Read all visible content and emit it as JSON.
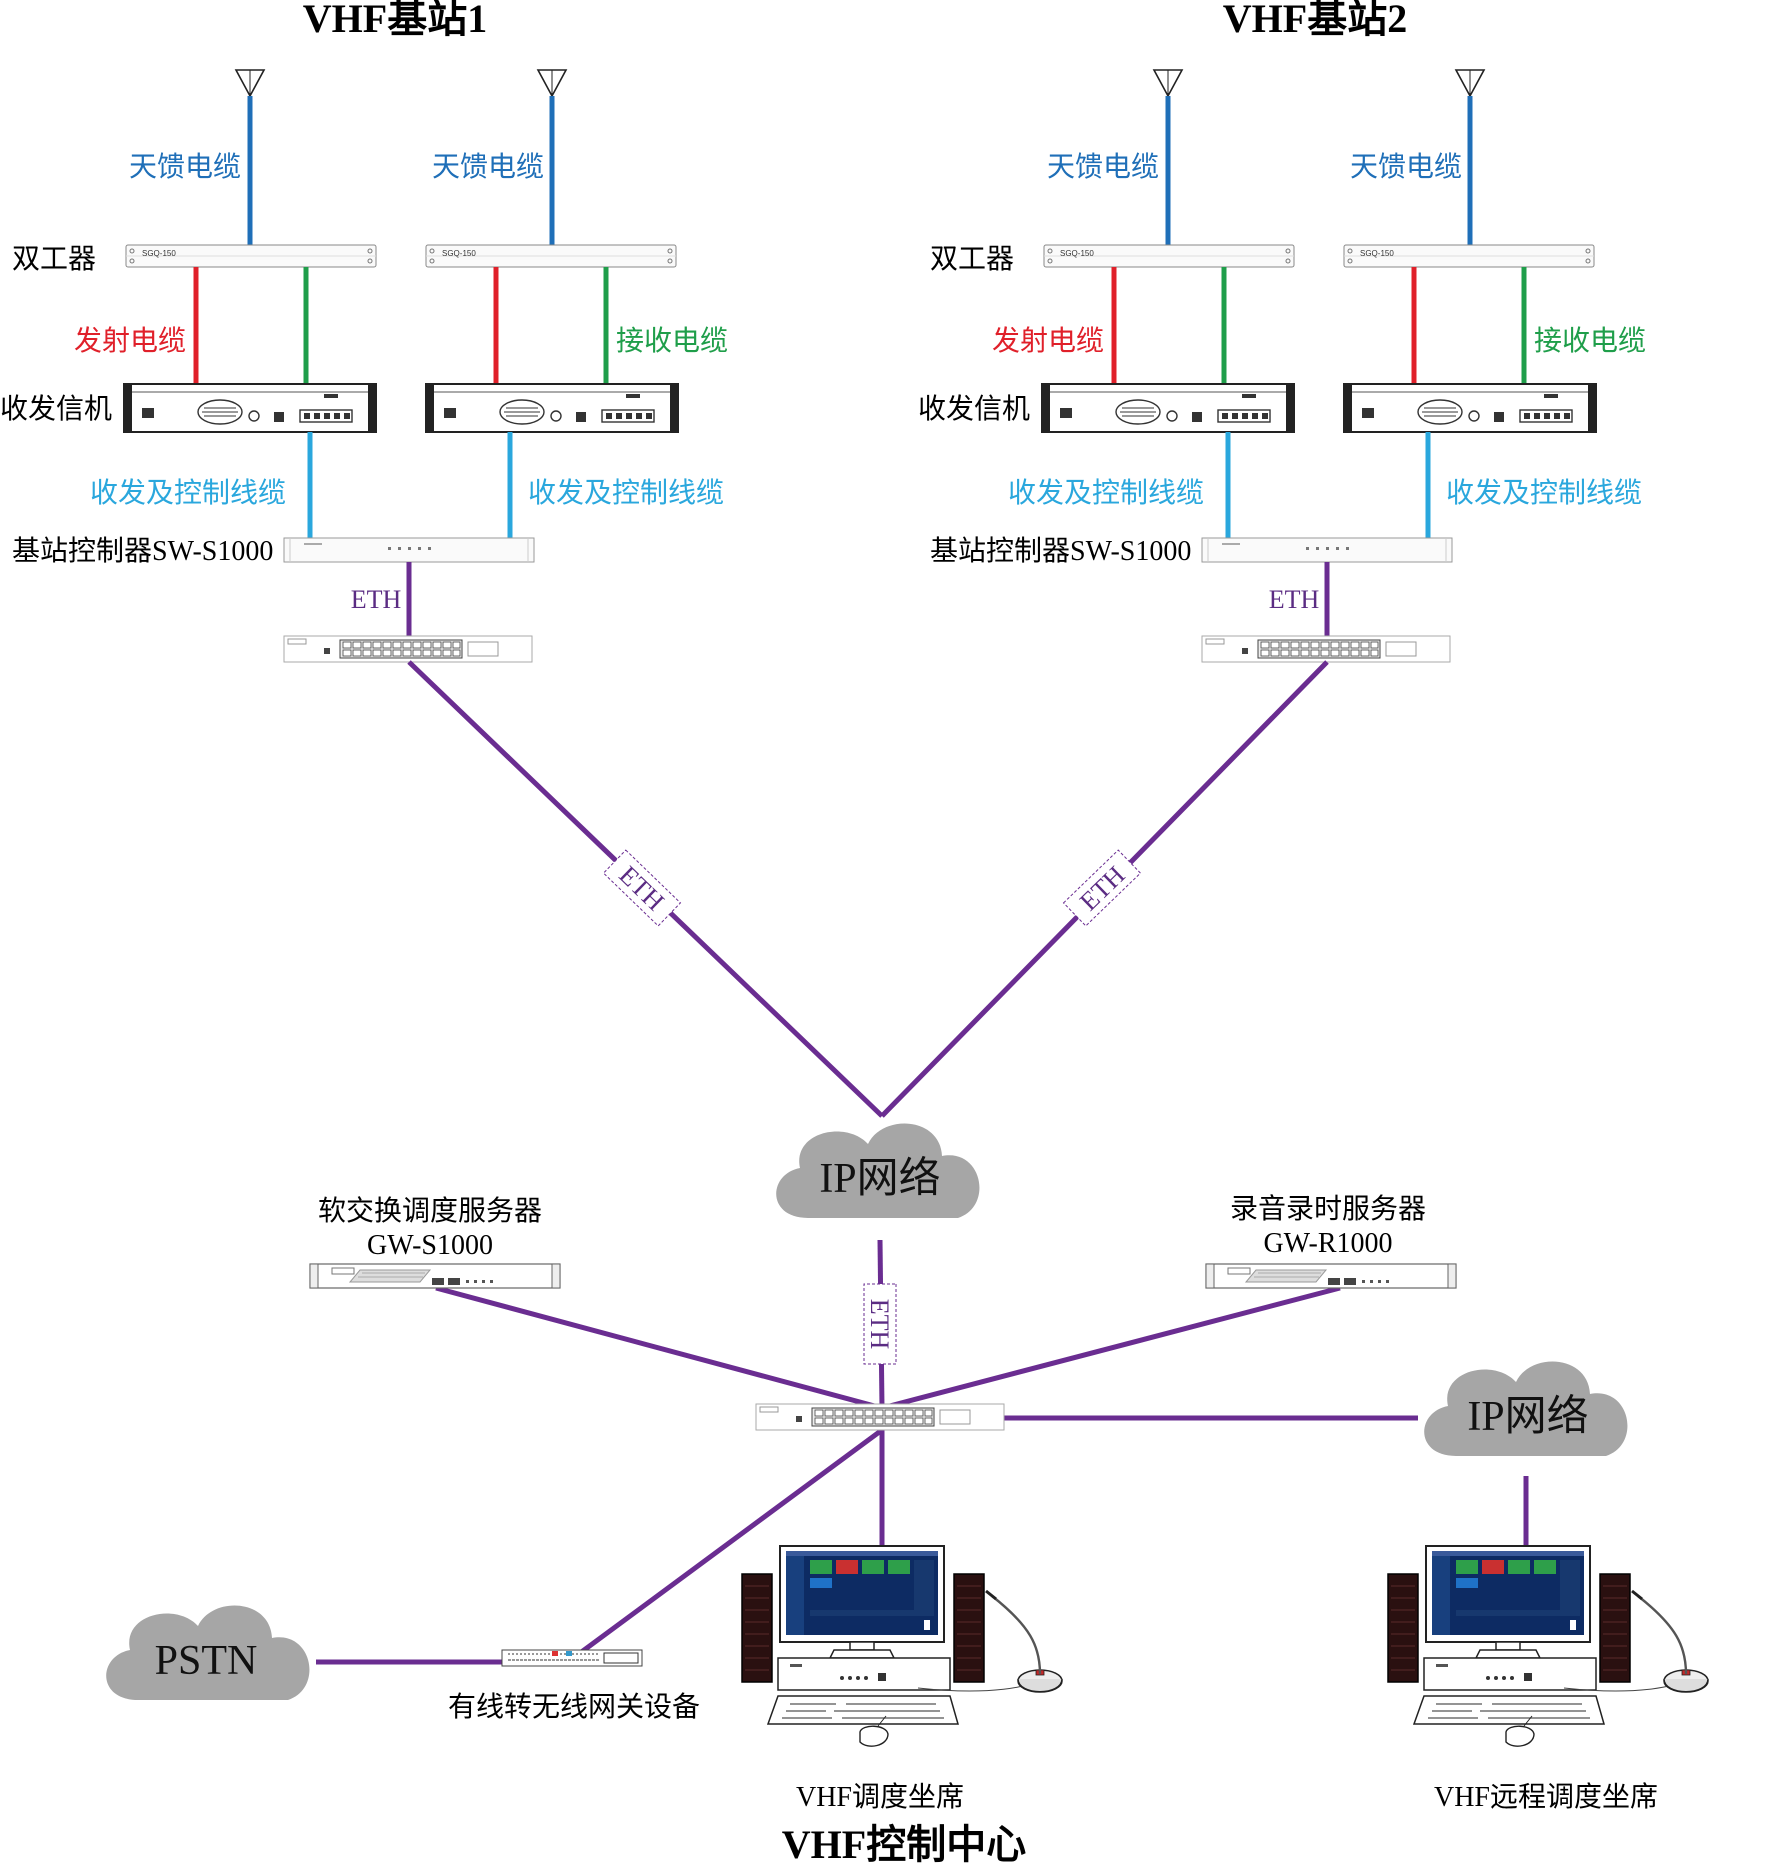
{
  "colors": {
    "antenna_cable": "#1f6fb8",
    "transmit_cable": "#e0202a",
    "receive_cable": "#1f9e4a",
    "control_cable": "#2aa7dd",
    "eth": "#6a2d91",
    "cloud": "#a6a6a6"
  },
  "stations": [
    {
      "title": "VHF基站1",
      "antenna_cable_left": "天馈电缆",
      "antenna_cable_right": "天馈电缆",
      "duplexer_label": "双工器",
      "duplexer_model_left": "SGQ-150",
      "duplexer_model_right": "SGQ-150",
      "transmit_cable": "发射电缆",
      "receive_cable": "接收电缆",
      "transceiver_label": "收发信机",
      "control_cable_left": "收发及控制线缆",
      "control_cable_right": "收发及控制线缆",
      "controller_label": "基站控制器SW-S1000",
      "eth": "ETH"
    },
    {
      "title": "VHF基站2",
      "antenna_cable_left": "天馈电缆",
      "antenna_cable_right": "天馈电缆",
      "duplexer_label": "双工器",
      "duplexer_model_left": "SGQ-150",
      "duplexer_model_right": "SGQ-150",
      "transmit_cable": "发射电缆",
      "receive_cable": "接收电缆",
      "transceiver_label": "收发信机",
      "control_cable_left": "收发及控制线缆",
      "control_cable_right": "收发及控制线缆",
      "controller_label": "基站控制器SW-S1000",
      "eth": "ETH"
    }
  ],
  "links": {
    "eth_left": "ETH",
    "eth_right": "ETH",
    "eth_center": "ETH"
  },
  "center": {
    "ip_cloud": "IP网络",
    "remote_ip_cloud": "IP网络",
    "pstn": "PSTN",
    "softswitch_name": "软交换调度服务器",
    "softswitch_model": "GW-S1000",
    "recorder_name": "录音录时服务器",
    "recorder_model": "GW-R1000",
    "gateway": "有线转无线网关设备",
    "console": "VHF调度坐席",
    "remote_console": "VHF远程调度坐席",
    "title": "VHF控制中心"
  }
}
